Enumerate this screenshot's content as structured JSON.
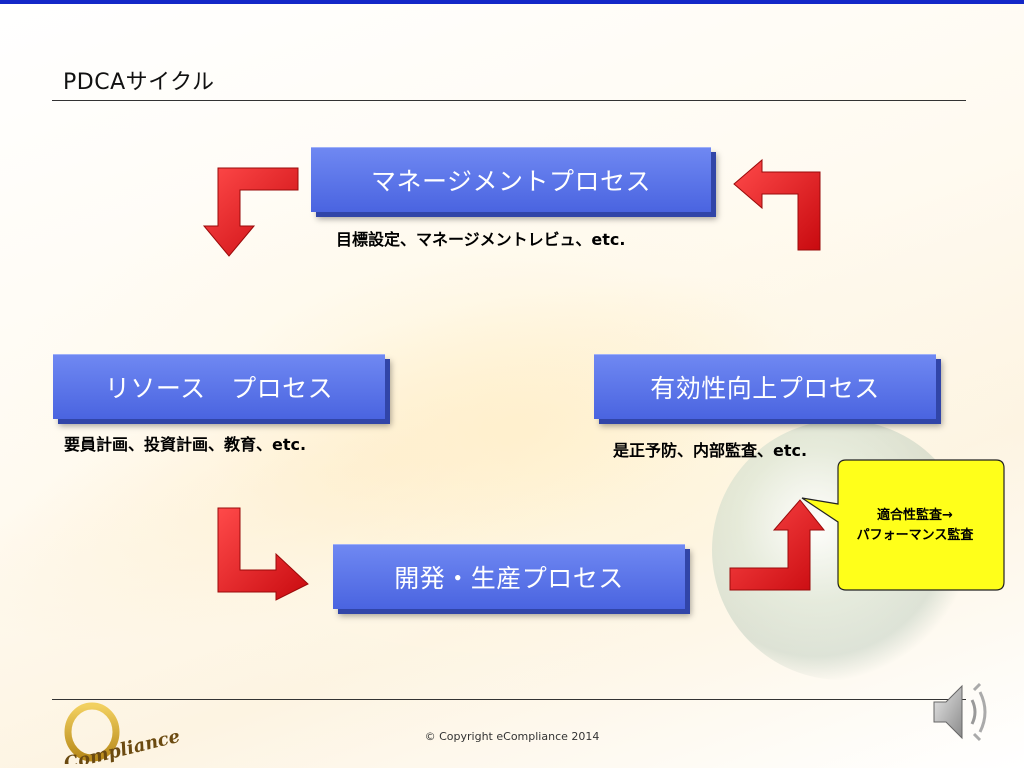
{
  "slide": {
    "title": "PDCAサイクル",
    "copyright": "© Copyright eCompliance 2014"
  },
  "processes": {
    "management": {
      "label": "マネージメントプロセス",
      "caption": "目標設定、マネージメントレビュ、etc."
    },
    "resource": {
      "label": "リソース　プロセス",
      "caption": "要員計画、投資計画、教育、etc."
    },
    "improvement": {
      "label": "有効性向上プロセス",
      "caption": "是正予防、内部監査、etc."
    },
    "development": {
      "label": "開発・生産プロセス",
      "caption": ""
    }
  },
  "callout": {
    "line1": "適合性監査→",
    "line2": "パフォーマンス監査"
  },
  "logo": {
    "text": "eCompliance"
  },
  "colors": {
    "box_fill": "#5a74e8",
    "box_shadow": "#3145a8",
    "arrow_red": "#e8141a",
    "callout_yellow": "#ffff1a",
    "top_bar": "#1428c8"
  },
  "icons": {
    "speaker": "speaker-icon"
  }
}
